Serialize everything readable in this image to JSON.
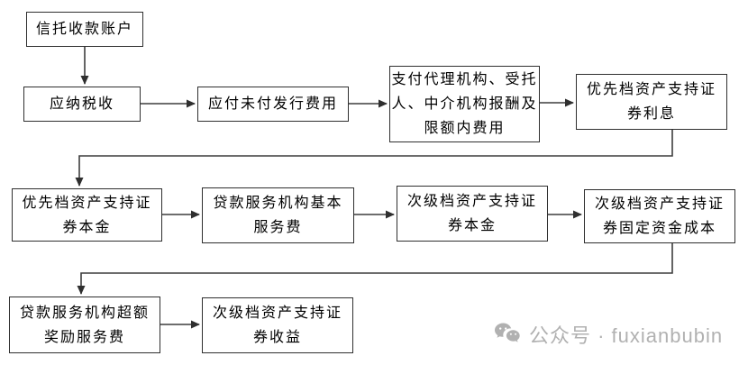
{
  "flowchart": {
    "nodes": [
      {
        "id": "trust-account",
        "label": "信托收款账户"
      },
      {
        "id": "taxes-payable",
        "label": "应纳税收"
      },
      {
        "id": "unpaid-issuance-fees",
        "label": "应付未付发行费用"
      },
      {
        "id": "agent-trustee-intermediary-fees",
        "label": "支付代理机构、受托\n人、中介机构报酬及\n限额内费用"
      },
      {
        "id": "senior-tranche-interest",
        "label": "优先档资产支持证\n券利息"
      },
      {
        "id": "senior-tranche-principal",
        "label": "优先档资产支持证\n券本金"
      },
      {
        "id": "servicer-base-fee",
        "label": "贷款服务机构基本\n服务费"
      },
      {
        "id": "subordinate-tranche-principal",
        "label": "次级档资产支持证\n券本金"
      },
      {
        "id": "subordinate-fixed-funding-cost",
        "label": "次级档资产支持证\n券固定资金成本"
      },
      {
        "id": "servicer-excess-incentive-fee",
        "label": "贷款服务机构超额\n奖励服务费"
      },
      {
        "id": "subordinate-tranche-residual",
        "label": "次级档资产支持证\n券收益"
      }
    ]
  },
  "watermark": {
    "icon": "wechat-icon",
    "text": "公众号 · fuxianbubin",
    "color": "#b1b1b1"
  },
  "colors": {
    "background": "#ffffff",
    "box_fill": "#ffffff",
    "box_border": "#2f2f2f",
    "line": "#3d3d3d",
    "text": "#000000"
  }
}
